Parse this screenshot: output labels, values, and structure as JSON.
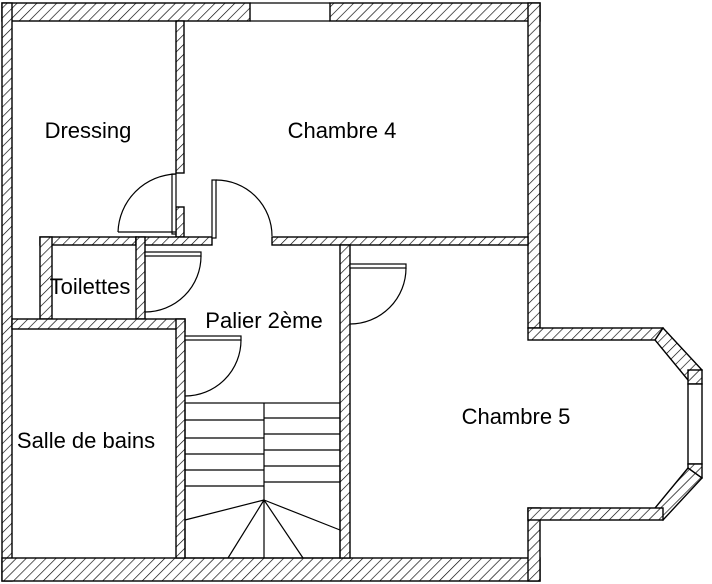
{
  "rooms": {
    "dressing": "Dressing",
    "chambre4": "Chambre 4",
    "toilettes": "Toilettes",
    "palier": "Palier 2ème",
    "chambre5": "Chambre 5",
    "salle_de_bains": "Salle de bains"
  },
  "colors": {
    "wall_stroke": "#000000",
    "background": "#ffffff"
  }
}
